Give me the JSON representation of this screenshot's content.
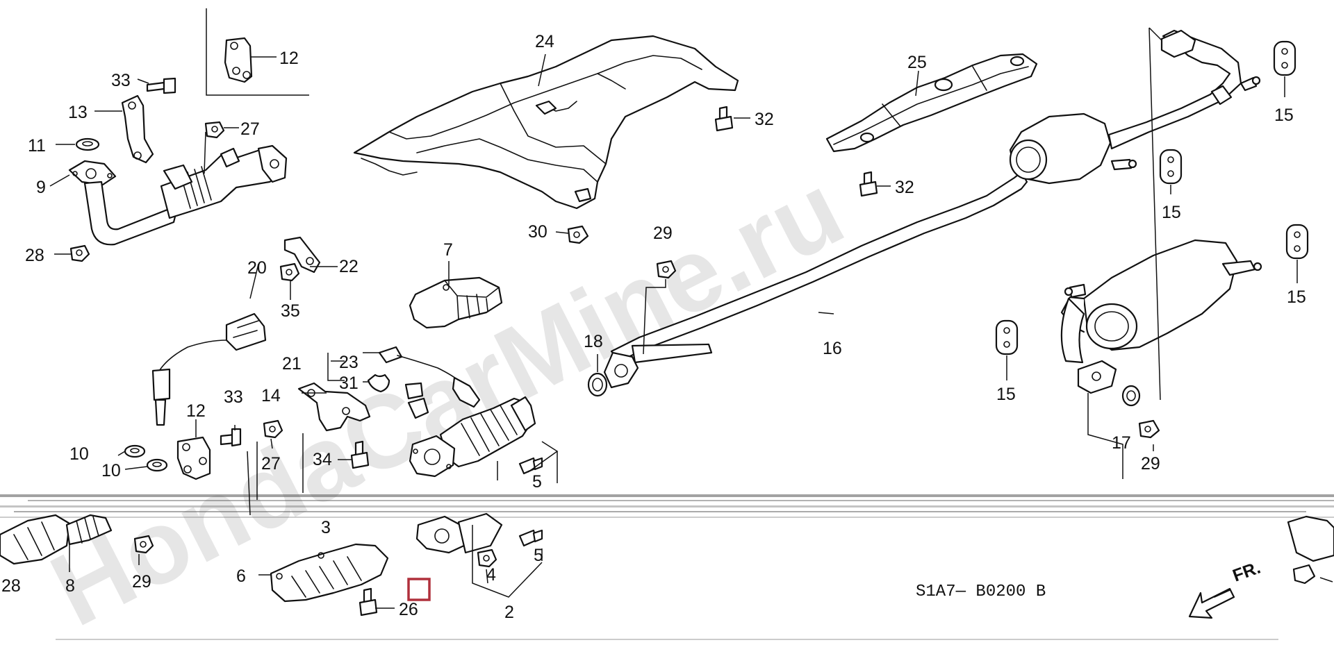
{
  "watermark": "HondaCarMine.ru",
  "diagram_code": "S1A7— B0200 B",
  "direction_label": "FR.",
  "colors": {
    "line": "#111111",
    "highlight": "#b0303c",
    "watermark": "#e6e6e6"
  },
  "labels": {
    "l12a": "12",
    "l33a": "33",
    "l13": "13",
    "l11": "11",
    "l27a": "27",
    "l9": "9",
    "l28a": "28",
    "l24": "24",
    "l32a": "32",
    "l30": "30",
    "l25": "25",
    "l32b": "32",
    "l15a": "15",
    "l15b": "15",
    "l15c": "15",
    "l15d": "15",
    "l20": "20",
    "l22": "22",
    "l35": "35",
    "l7": "7",
    "l29a": "29",
    "l18": "18",
    "l16": "16",
    "l21": "21",
    "l23": "23",
    "l31": "31",
    "l14": "14",
    "l33b": "33",
    "l12b": "12",
    "l27b": "27",
    "l34": "34",
    "l10a": "10",
    "l10b": "10",
    "l5a": "5",
    "l17": "17",
    "l29b": "29",
    "l3": "3",
    "l6": "6",
    "l26": "26",
    "l4": "4",
    "l5b": "5",
    "l2": "2",
    "l28b": "28",
    "l8": "8",
    "l29c": "29"
  }
}
